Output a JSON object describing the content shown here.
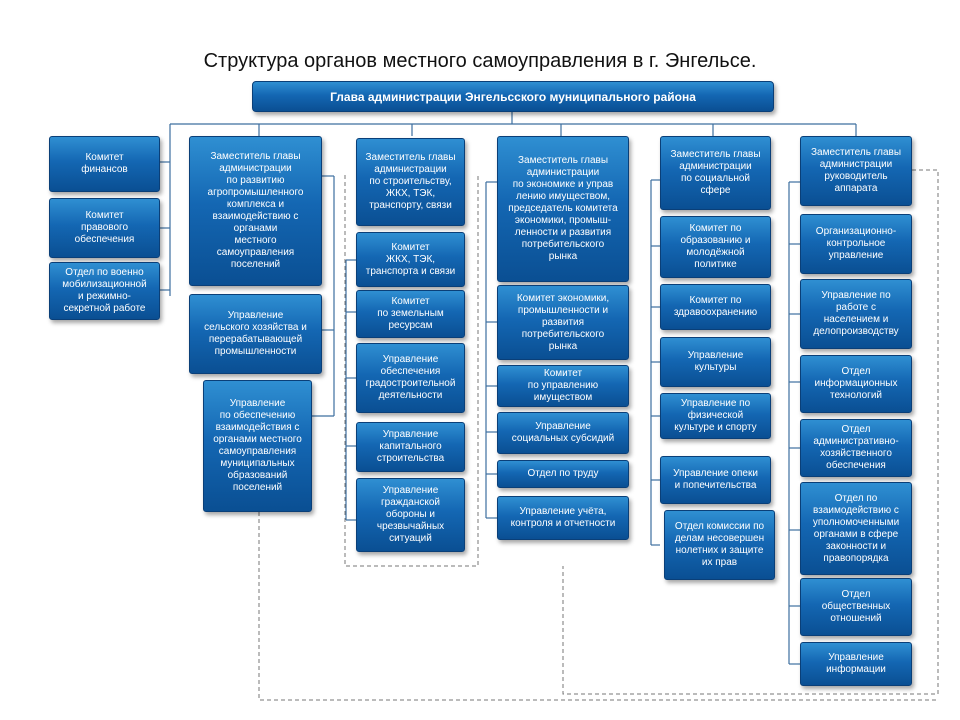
{
  "title": "Структура органов местного самоуправления в г. Энгельсе.",
  "head": "Глава администрации Энгельсского муниципального района",
  "col1": [
    "Комитет\nфинансов",
    "Комитет\nправового\nобеспечения",
    "Отдел по военно\nмобилизационной\nи режимно-\nсекретной работе"
  ],
  "col2": [
    "Заместитель главы\nадминистрации\nпо развитию\nагропромышленного\nкомплекса и\nвзаимодействию с\nорганами\nместного\nсамоуправления\nпоселений",
    "Управление\nсельского хозяйства и\nперерабатывающей\nпромышленности",
    "Управление\nпо обеспечению\nвзаимодействия с\nорганами местного\nсамоуправления\nмуниципальных\nобразований\nпоселений"
  ],
  "col3": [
    "Заместитель главы\nадминистрации\nпо строительству,\nЖКХ, ТЭК,\nтранспорту, связи",
    "Комитет\nЖКХ, ТЭК,\nтранспорта и связи",
    "Комитет\nпо земельным\nресурсам",
    "Управление\nобеспечения\nградостроительной\nдеятельности",
    "Управление\nкапитального\nстроительства",
    "Управление\nгражданской\nобороны и\nчрезвычайных\nситуаций"
  ],
  "col4": [
    "Заместитель главы\nадминистрации\nпо экономике и управ\nлению имуществом,\nпредседатель комитета\nэкономики, промыш-\nленности и развития\nпотребительского\nрынка",
    "Комитет экономики,\nпромышленности и\nразвития\nпотребительского\nрынка",
    "Комитет\nпо управлению\nимуществом",
    "Управление\nсоциальных субсидий",
    "Отдел по труду",
    "Управление учёта,\nконтроля и отчетности"
  ],
  "col5": [
    "Заместитель главы\nадминистрации\nпо социальной\nсфере",
    "Комитет по\nобразованию и\nмолодёжной\nполитике",
    "Комитет по\nздравоохранению",
    "Управление\nкультуры",
    "Управление по\nфизической\nкультуре и спорту",
    "Управление опеки\nи попечительства",
    "Отдел комиссии по\nделам несовершен\nнолетних и защите\nих прав"
  ],
  "col6": [
    "Заместитель главы\nадминистрации\nруководитель\nаппарата",
    "Организационно-\nконтрольное\nуправление",
    "Управление по\nработе с\nнаселением и\nделопроизводству",
    "Отдел\nинформационных\nтехнологий",
    "Отдел\nадминистративно-\nхозяйственного\nобеспечения",
    "Отдел по\nвзаимодействию с\nуполномоченными\nорганами в сфере\nзаконности и\nправопорядка",
    "Отдел\nобщественных\nотношений",
    "Управление\nинформации"
  ]
}
